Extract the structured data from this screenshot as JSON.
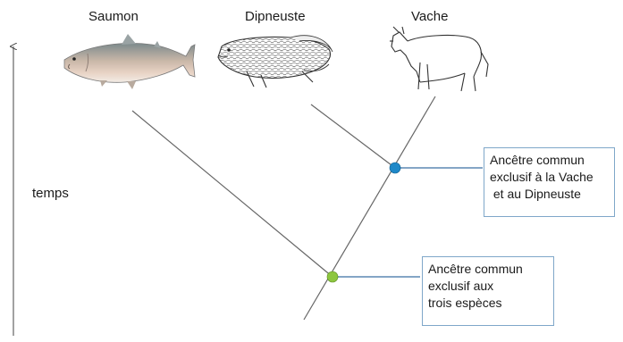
{
  "taxa": {
    "salmon": "Saumon",
    "lungfish": "Dipneuste",
    "cow": "Vache"
  },
  "axis": {
    "label": "temps"
  },
  "nodes": {
    "cow_lungfish": {
      "lines": [
        "Ancêtre commun",
        "exclusif  à la Vache",
        " et au Dipneuste"
      ],
      "color": "#1e88c8"
    },
    "all_three": {
      "lines": [
        "Ancêtre commun",
        "exclusif aux",
        "trois espèces"
      ],
      "color": "#8dc63f"
    }
  },
  "colors": {
    "branch": "#666666",
    "arrow": "#3a6fa5",
    "callout_border": "#7fa7c9"
  }
}
